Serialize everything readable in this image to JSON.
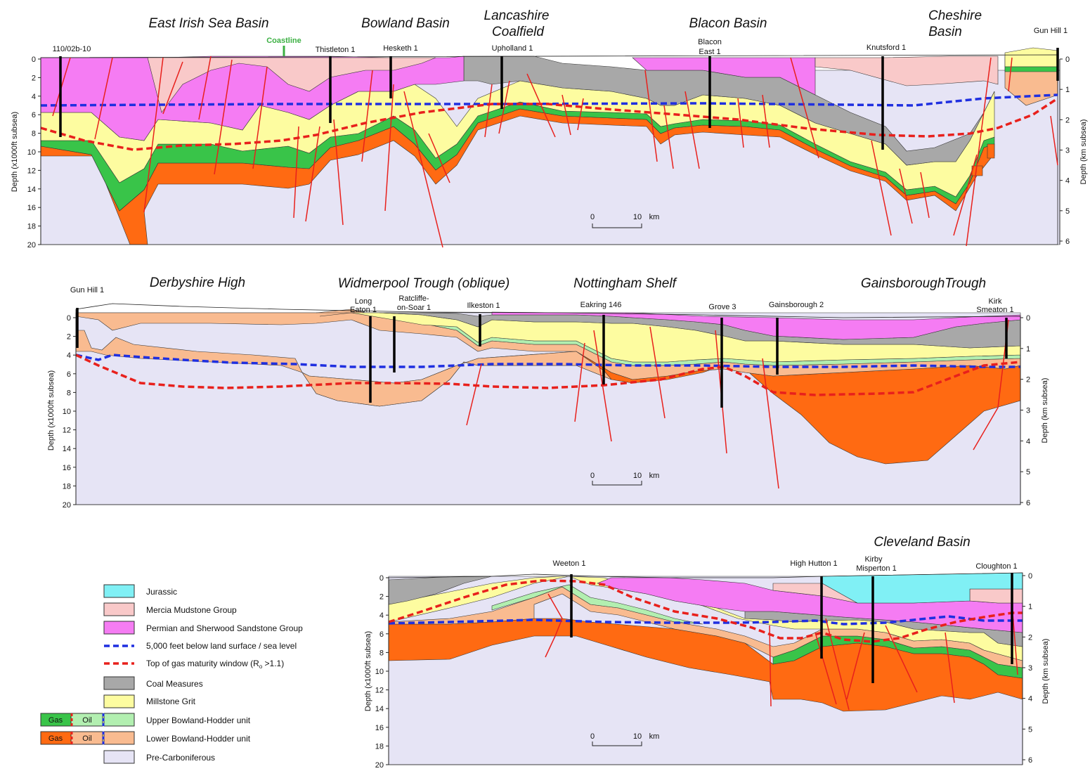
{
  "colors": {
    "jurassic": "#80f0f5",
    "mercia": "#f9c9c9",
    "permian": "#f57cf3",
    "coal": "#a8a8a8",
    "millstone": "#fdfca0",
    "upper_gas": "#39c449",
    "upper_oil": "#b2efb0",
    "lower_gas": "#ff6a12",
    "lower_oil": "#f9bb90",
    "pre": "#e6e4f5",
    "blue_line": "#1f2fe0",
    "red_line": "#e8201c",
    "fault": "#e8201c",
    "well": "#000000",
    "coastline": "#3cb043"
  },
  "sections": [
    {
      "basins": [
        "East Irish Sea Basin",
        "Bowland Basin",
        "Lancashire",
        "Coalfield",
        "Blacon Basin",
        "Cheshire",
        "Basin"
      ],
      "wells": [
        "110/02b-10",
        "Thistleton 1",
        "Hesketh 1",
        "Upholland 1",
        "Blacon",
        "East 1",
        "Knutsford 1",
        "Gun Hill 1"
      ],
      "coastline": "Coastline",
      "left_axis_label": "Depth (x1000ft subsea)",
      "right_axis_label": "Depth (km subsea)",
      "left_ticks": [
        "0",
        "2",
        "4",
        "6",
        "8",
        "10",
        "12",
        "14",
        "16",
        "18",
        "20"
      ],
      "right_ticks": [
        "0",
        "1",
        "2",
        "3",
        "4",
        "5",
        "6"
      ],
      "scale": {
        "start": "0",
        "end": "10",
        "unit": "km"
      }
    },
    {
      "basins": [
        "Derbyshire High",
        "Widmerpool Trough (oblique)",
        "Nottingham Shelf",
        "GainsboroughTrough"
      ],
      "wells": [
        "Gun Hill 1",
        "Long",
        "Eaton 1",
        "Ratcliffe-",
        "on-Soar 1",
        "Ilkeston 1",
        "Eakring 146",
        "Grove 3",
        "Gainsborough 2",
        "Kirk",
        "Smeaton 1"
      ],
      "left_axis_label": "Depth (x1000ft subsea)",
      "right_axis_label": "Depth (km subsea)",
      "left_ticks": [
        "0",
        "2",
        "4",
        "6",
        "8",
        "10",
        "12",
        "14",
        "16",
        "18",
        "20"
      ],
      "right_ticks": [
        "0",
        "1",
        "2",
        "3",
        "4",
        "5",
        "6"
      ],
      "scale": {
        "start": "0",
        "end": "10",
        "unit": "km"
      }
    },
    {
      "basins": [
        "Cleveland Basin"
      ],
      "wells": [
        "Weeton 1",
        "High Hutton 1",
        "Kirby",
        "Misperton 1",
        "Cloughton 1"
      ],
      "left_axis_label": "Depth (x1000ft subsea)",
      "right_axis_label": "Depth (km subsea)",
      "left_ticks": [
        "0",
        "2",
        "4",
        "6",
        "8",
        "10",
        "12",
        "14",
        "16",
        "18",
        "20"
      ],
      "right_ticks": [
        "0",
        "1",
        "2",
        "3",
        "4",
        "5",
        "6"
      ],
      "scale": {
        "start": "0",
        "end": "10",
        "unit": "km"
      }
    }
  ],
  "legend": {
    "items": [
      "Jurassic",
      "Mercia Mudstone Group",
      "Permian and Sherwood Sandstone Group",
      "5,000 feet below land surface / sea level",
      "Top of gas maturity window (R",
      "Coal Measures",
      "Millstone Grit",
      "Upper Bowland-Hodder unit",
      "Lower Bowland-Hodder unit",
      "Pre-Carboniferous"
    ],
    "ro_subscript": "o",
    "ro_suffix": " >1.1)",
    "gas_label": "Gas",
    "oil_label": "Oil"
  }
}
